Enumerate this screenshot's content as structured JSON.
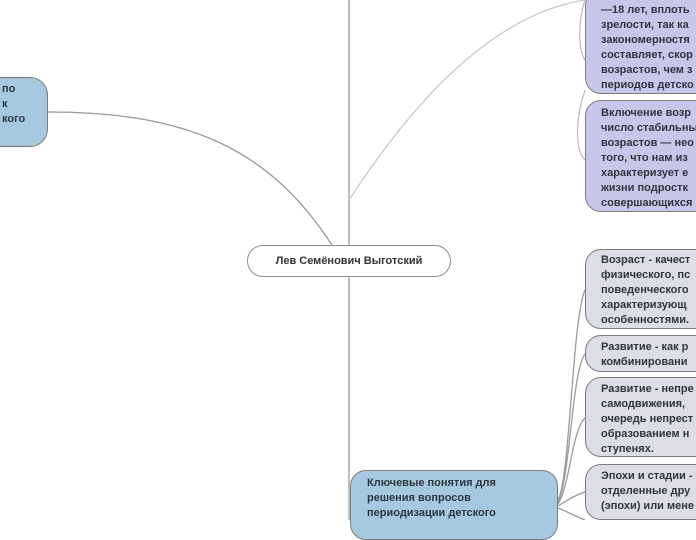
{
  "nodes": {
    "root": "Лев Семёнович Выготский",
    "left_partial": "по\nк\nкого",
    "key_concepts": "Ключевые понятия для\nрешения вопросов\nпериодизации детского",
    "top_1": "—18 лет, вплоть\nзрелости, так ка\nзакономерностя\nсоставляет, скор\nвозрастов, чем з\nпериодов детско",
    "top_2": "Включение возр\nчисло стабильны\nвозрастов — нео\nтого, что нам из\nхарактеризует е\nжизни подростк\nсовершающихся",
    "age": "Возраст -  качест\nфизического, пс\nповеденческого\nхарактеризующ\nособенностями.",
    "development_1": "Развитие - как р\nкомбинировани",
    "development_2": "Развитие - непре\nсамодвижения,\nочередь непрест\nобразованием н\nступенях.",
    "epochs": "Эпохи и стадии -\nотделенные дру\n(эпохи) или мене"
  },
  "colors": {
    "connector": "#9a9a9a",
    "root_fill": "#ffffff",
    "blue_fill": "#a7c9e0",
    "lavender_fill": "#c7c7ea",
    "gray_fill": "#dcdde6"
  }
}
